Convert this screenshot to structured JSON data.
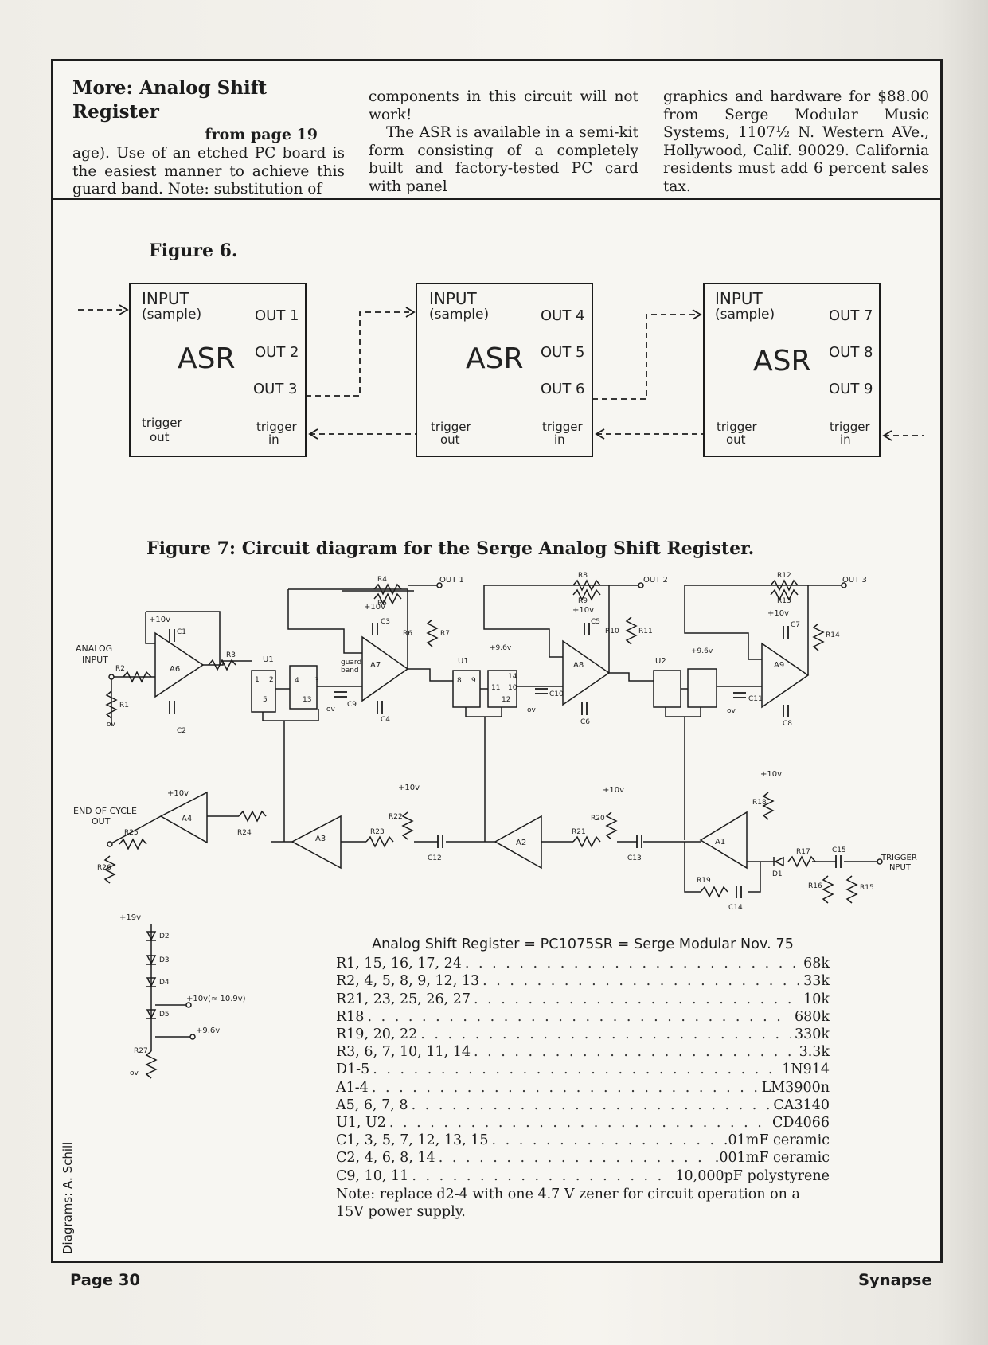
{
  "header": {
    "title": "More: Analog Shift Register",
    "from_page": "from page 19"
  },
  "article": {
    "col1_text": "age). Use of an etched PC board is the easiest manner to achieve this guard band. Note: substitution of",
    "col2_para1": "components in this circuit will not work!",
    "col2_para2": "The ASR is available in a semi-kit form consisting of a completely built and factory-tested PC card with panel",
    "col3_text": "graphics and hardware for $88.00 from Serge Modular Music Systems, 1107½ N. Western AVe., Hollywood, Calif. 90029. California residents must add 6 percent sales tax."
  },
  "figure6": {
    "title": "Figure 6.",
    "blocks": [
      {
        "name": "ASR",
        "input_label": "INPUT",
        "input_sub": "(sample)",
        "outs": [
          "OUT 1",
          "OUT 2",
          "OUT 3"
        ],
        "trigger_out": [
          "trigger",
          "out"
        ],
        "trigger_in": [
          "trigger",
          "in"
        ]
      },
      {
        "name": "ASR",
        "input_label": "INPUT",
        "input_sub": "(sample)",
        "outs": [
          "OUT 4",
          "OUT 5",
          "OUT 6"
        ],
        "trigger_out": [
          "trigger",
          "out"
        ],
        "trigger_in": [
          "trigger",
          "in"
        ]
      },
      {
        "name": "ASR",
        "input_label": "INPUT",
        "input_sub": "(sample)",
        "outs": [
          "OUT 7",
          "OUT 8",
          "OUT 9"
        ],
        "trigger_out": [
          "trigger",
          "out"
        ],
        "trigger_in": [
          "trigger",
          "in"
        ]
      }
    ]
  },
  "figure7": {
    "title": "Figure 7: Circuit diagram for the Serge Analog Shift Register.",
    "labels": {
      "analog_input": [
        "ANALOG",
        "INPUT"
      ],
      "end_of_cycle": [
        "END OF CYCLE",
        "OUT"
      ],
      "trigger_input": [
        "TRIGGER",
        "INPUT"
      ],
      "out1": "OUT 1",
      "out2": "OUT 2",
      "out3": "OUT 3",
      "guard_band": [
        "guard",
        "band"
      ],
      "v10": "+10v",
      "v19": "+19v",
      "ov": "ov",
      "v96": "+9.6v",
      "v10_approx": "+10v(≈ 10.9v)",
      "amps": [
        "A6",
        "A7",
        "A8",
        "A9",
        "A4",
        "A3",
        "A2",
        "A1"
      ],
      "switches": [
        "U1",
        "U2"
      ],
      "pins": [
        "1",
        "2",
        "3",
        "4",
        "5",
        "8",
        "9",
        "10",
        "11",
        "12",
        "13",
        "14"
      ],
      "resistors": [
        "R1",
        "R2",
        "R3",
        "R4",
        "R5",
        "R6",
        "R7",
        "R8",
        "R9",
        "R10",
        "R11",
        "R12",
        "R13",
        "R14",
        "R15",
        "R16",
        "R17",
        "R18",
        "R19",
        "R20",
        "R21",
        "R22",
        "R23",
        "R24",
        "R25",
        "R26",
        "R27"
      ],
      "capacitors": [
        "C1",
        "C2",
        "C3",
        "C4",
        "C5",
        "C6",
        "C7",
        "C8",
        "C9",
        "C10",
        "C11",
        "C12",
        "C13",
        "C14",
        "C15"
      ],
      "diodes": [
        "D1",
        "D2",
        "D3",
        "D4",
        "D5"
      ]
    }
  },
  "parts_list": {
    "title": "Analog Shift Register = PC1075SR = Serge Modular Nov. 75",
    "rows": [
      {
        "part": "R1, 15, 16, 17, 24",
        "value": "68k"
      },
      {
        "part": "R2, 4, 5, 8, 9, 12, 13",
        "value": "33k"
      },
      {
        "part": "R21, 23, 25, 26, 27",
        "value": "10k"
      },
      {
        "part": "R18",
        "value": "680k"
      },
      {
        "part": "R19, 20, 22",
        "value": "330k"
      },
      {
        "part": "R3, 6, 7, 10, 11, 14",
        "value": "3.3k"
      },
      {
        "part": "D1-5",
        "value": "1N914"
      },
      {
        "part": "A1-4",
        "value": "LM3900n"
      },
      {
        "part": "A5, 6, 7, 8",
        "value": "CA3140"
      },
      {
        "part": "U1, U2",
        "value": "CD4066"
      },
      {
        "part": "C1, 3, 5, 7, 12, 13, 15",
        "value": ".01mF ceramic"
      },
      {
        "part": "C2, 4, 6, 8, 14",
        "value": ".001mF ceramic"
      },
      {
        "part": "C9, 10, 11",
        "value": "10,000pF polystyrene"
      }
    ],
    "note": "Note: replace d2-4 with one 4.7 V zener for circuit operation on a 15V power supply."
  },
  "footer": {
    "credit": "Diagrams: A. Schill",
    "page": "Page 30",
    "magazine": "Synapse"
  }
}
